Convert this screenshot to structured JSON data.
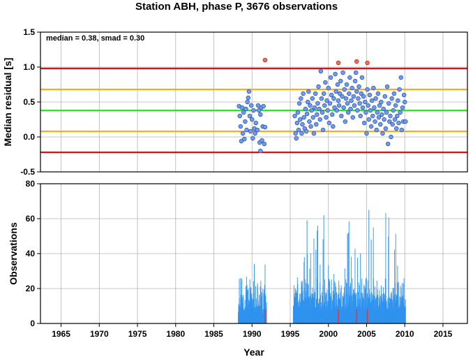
{
  "title": "Station ABH, phase P, 3676 observations",
  "chart_data": [
    {
      "type": "scatter",
      "ylabel": "Median residual [s]",
      "annotation": "median = 0.38, smad = 0.30",
      "xlim": [
        1962.3,
        2018.2
      ],
      "ylim": [
        -0.5,
        1.5
      ],
      "yticks": [
        "-0.5",
        "0.0",
        "0.5",
        "1.0",
        "1.5"
      ],
      "grid": true,
      "reference_lines": [
        {
          "y": 0.98,
          "color": "#dd1111"
        },
        {
          "y": 0.68,
          "color": "#ffaa22"
        },
        {
          "y": 0.38,
          "color": "#22ee22"
        },
        {
          "y": 0.08,
          "color": "#ffaa22"
        },
        {
          "y": -0.22,
          "color": "#dd1111"
        }
      ],
      "colors": {
        "normal": "#6f9cf0",
        "outlier": "#f26b5b"
      },
      "series": [
        {
          "points": [
            [
              1988.3,
              0.44
            ],
            [
              1988.4,
              0.3
            ],
            [
              1988.5,
              0.15
            ],
            [
              1988.6,
              -0.06
            ],
            [
              1988.7,
              0.42
            ],
            [
              1988.8,
              0.05
            ],
            [
              1988.9,
              0.35
            ],
            [
              1989.0,
              -0.03
            ],
            [
              1989.1,
              0.22
            ],
            [
              1989.2,
              0.4
            ],
            [
              1989.3,
              0.1
            ],
            [
              1989.4,
              0.5
            ],
            [
              1989.5,
              0.56
            ],
            [
              1989.6,
              0.65
            ],
            [
              1989.7,
              0.3
            ],
            [
              1989.8,
              0.08
            ],
            [
              1989.9,
              0.45
            ],
            [
              1990.0,
              0.25
            ],
            [
              1990.1,
              -0.02
            ],
            [
              1990.2,
              0.38
            ],
            [
              1990.3,
              0.12
            ],
            [
              1990.4,
              0.05
            ],
            [
              1990.5,
              0.2
            ],
            [
              1990.7,
              0.1
            ],
            [
              1990.8,
              0.45
            ],
            [
              1990.9,
              0.38
            ],
            [
              1991.0,
              -0.08
            ],
            [
              1991.1,
              0.32
            ],
            [
              1991.1,
              -0.2
            ],
            [
              1991.2,
              0.42
            ],
            [
              1991.3,
              -0.05
            ],
            [
              1991.4,
              0.15
            ],
            [
              1991.5,
              0.44
            ],
            [
              1991.6,
              -0.1
            ],
            [
              1991.7,
              0.14
            ],
            [
              1995.6,
              0.3
            ],
            [
              1995.7,
              0.05
            ],
            [
              1995.8,
              -0.02
            ],
            [
              1995.9,
              0.2
            ],
            [
              1996.0,
              0.35
            ],
            [
              1996.1,
              0.1
            ],
            [
              1996.2,
              0.48
            ],
            [
              1996.3,
              0.25
            ],
            [
              1996.4,
              0.55
            ],
            [
              1996.5,
              0.05
            ],
            [
              1996.6,
              0.18
            ],
            [
              1996.7,
              0.62
            ],
            [
              1996.8,
              0.28
            ],
            [
              1996.9,
              0.12
            ],
            [
              1997.0,
              0.4
            ],
            [
              1997.1,
              0.08
            ],
            [
              1997.2,
              0.33
            ],
            [
              1997.3,
              0.5
            ],
            [
              1997.4,
              0.65
            ],
            [
              1997.5,
              0.22
            ],
            [
              1997.6,
              0.45
            ],
            [
              1997.7,
              0.15
            ],
            [
              1997.8,
              0.38
            ],
            [
              1997.9,
              0.55
            ],
            [
              1998.0,
              0.28
            ],
            [
              1998.1,
              0.05
            ],
            [
              1998.2,
              0.42
            ],
            [
              1998.3,
              0.62
            ],
            [
              1998.4,
              0.18
            ],
            [
              1998.5,
              0.32
            ],
            [
              1998.6,
              0.48
            ],
            [
              1998.7,
              0.72
            ],
            [
              1998.8,
              0.4
            ],
            [
              1998.9,
              0.25
            ],
            [
              1999.0,
              0.94
            ],
            [
              1999.1,
              0.55
            ],
            [
              1999.2,
              0.35
            ],
            [
              1999.3,
              0.1
            ],
            [
              1999.4,
              0.62
            ],
            [
              1999.5,
              0.45
            ],
            [
              1999.6,
              0.78
            ],
            [
              1999.7,
              0.28
            ],
            [
              1999.8,
              0.52
            ],
            [
              1999.9,
              0.38
            ],
            [
              2000.0,
              0.7
            ],
            [
              2000.1,
              0.2
            ],
            [
              2000.2,
              0.48
            ],
            [
              2000.3,
              0.85
            ],
            [
              2000.4,
              0.6
            ],
            [
              2000.5,
              0.32
            ],
            [
              2000.6,
              0.15
            ],
            [
              2000.7,
              0.55
            ],
            [
              2000.8,
              0.42
            ],
            [
              2000.9,
              0.9
            ],
            [
              2001.0,
              0.65
            ],
            [
              2001.1,
              0.38
            ],
            [
              2001.2,
              0.75
            ],
            [
              2001.3,
              0.52
            ],
            [
              2001.4,
              0.45
            ],
            [
              2001.5,
              0.62
            ],
            [
              2001.6,
              0.8
            ],
            [
              2001.7,
              0.3
            ],
            [
              2001.8,
              0.58
            ],
            [
              2001.9,
              0.92
            ],
            [
              2002.0,
              0.42
            ],
            [
              2002.1,
              0.68
            ],
            [
              2002.2,
              0.22
            ],
            [
              2002.3,
              0.55
            ],
            [
              2002.4,
              0.75
            ],
            [
              2002.5,
              0.48
            ],
            [
              2002.6,
              0.35
            ],
            [
              2002.7,
              0.62
            ],
            [
              2002.8,
              0.85
            ],
            [
              2002.9,
              0.4
            ],
            [
              2003.0,
              0.52
            ],
            [
              2003.1,
              0.7
            ],
            [
              2003.2,
              0.28
            ],
            [
              2003.3,
              0.58
            ],
            [
              2003.4,
              0.45
            ],
            [
              2003.5,
              0.8
            ],
            [
              2003.6,
              0.92
            ],
            [
              2003.7,
              0.65
            ],
            [
              2003.8,
              0.38
            ],
            [
              2003.9,
              0.55
            ],
            [
              2004.0,
              0.72
            ],
            [
              2004.1,
              0.48
            ],
            [
              2004.2,
              0.3
            ],
            [
              2004.3,
              0.62
            ],
            [
              2004.4,
              0.85
            ],
            [
              2004.5,
              0.42
            ],
            [
              2004.6,
              0.58
            ],
            [
              2004.7,
              0.2
            ],
            [
              2004.8,
              0.5
            ],
            [
              2004.9,
              0.35
            ],
            [
              2005.0,
              0.05
            ],
            [
              2005.1,
              0.68
            ],
            [
              2005.2,
              0.45
            ],
            [
              2005.3,
              0.25
            ],
            [
              2005.4,
              0.6
            ],
            [
              2005.5,
              0.38
            ],
            [
              2005.6,
              0.15
            ],
            [
              2005.7,
              0.52
            ],
            [
              2005.8,
              0.3
            ],
            [
              2005.9,
              0.7
            ],
            [
              2006.0,
              0.42
            ],
            [
              2006.1,
              0.22
            ],
            [
              2006.2,
              0.55
            ],
            [
              2006.3,
              0.1
            ],
            [
              2006.4,
              0.35
            ],
            [
              2006.5,
              0.62
            ],
            [
              2006.6,
              0.28
            ],
            [
              2006.7,
              0.45
            ],
            [
              2006.8,
              0.18
            ],
            [
              2006.9,
              0.5
            ],
            [
              2007.0,
              0.32
            ],
            [
              2007.1,
              0.05
            ],
            [
              2007.2,
              0.4
            ],
            [
              2007.3,
              0.25
            ],
            [
              2007.4,
              0.58
            ],
            [
              2007.5,
              0.12
            ],
            [
              2007.6,
              0.35
            ],
            [
              2007.7,
              0.72
            ],
            [
              2007.8,
              -0.1
            ],
            [
              2007.9,
              0.48
            ],
            [
              2008.0,
              0.22
            ],
            [
              2008.1,
              0.3
            ],
            [
              2008.2,
              0.0
            ],
            [
              2008.3,
              0.55
            ],
            [
              2008.4,
              0.18
            ],
            [
              2008.5,
              0.38
            ],
            [
              2008.6,
              0.62
            ],
            [
              2008.7,
              0.25
            ],
            [
              2008.8,
              0.45
            ],
            [
              2008.9,
              0.12
            ],
            [
              2009.0,
              0.3
            ],
            [
              2009.1,
              0.52
            ],
            [
              2009.2,
              0.2
            ],
            [
              2009.3,
              0.68
            ],
            [
              2009.4,
              0.35
            ],
            [
              2009.5,
              0.85
            ],
            [
              2009.6,
              0.1
            ],
            [
              2009.7,
              0.42
            ],
            [
              2009.8,
              0.22
            ],
            [
              2009.9,
              0.6
            ],
            [
              2010.0,
              0.5
            ],
            [
              2010.1,
              0.22
            ]
          ]
        },
        {
          "points": [
            [
              1991.7,
              1.1
            ],
            [
              2001.3,
              1.06
            ],
            [
              2003.7,
              1.08
            ],
            [
              2005.1,
              1.06
            ]
          ]
        }
      ]
    },
    {
      "type": "bar",
      "xlabel": "Year",
      "ylabel": "Observations",
      "xlim": [
        1962.3,
        2018.2
      ],
      "ylim": [
        0,
        80
      ],
      "xticks": [
        "1965",
        "1970",
        "1975",
        "1980",
        "1985",
        "1990",
        "1995",
        "2000",
        "2005",
        "2010",
        "2015"
      ],
      "yticks": [
        "0",
        "20",
        "40",
        "60",
        "80"
      ],
      "grid": true,
      "colors": {
        "bars": "#2f93ee",
        "outlier_bars": "#ee3333"
      },
      "segments": [
        {
          "start": 1988.2,
          "end": 1991.9,
          "peak": 34
        },
        {
          "start": 1995.4,
          "end": 2010.1,
          "peak": 65
        }
      ],
      "outlier_years": [
        1991.7,
        2001.3,
        2003.7,
        2005.1
      ],
      "max_value": 65
    }
  ]
}
